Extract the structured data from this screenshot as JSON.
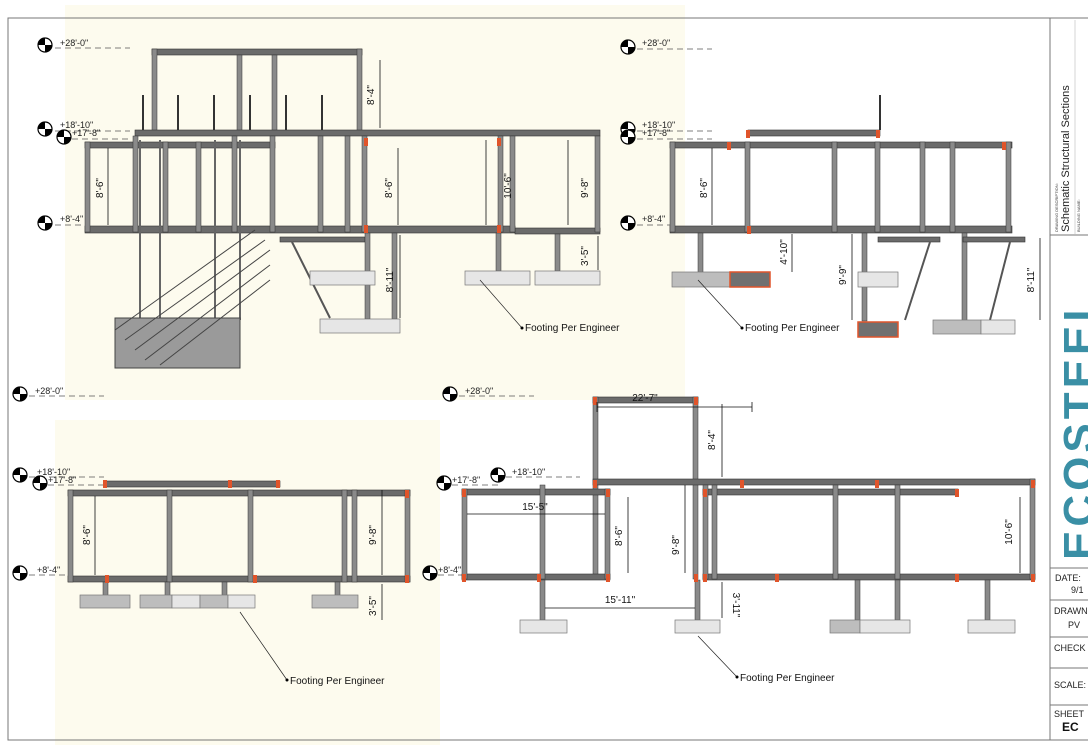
{
  "sections": [
    {
      "levels": [
        "+28'-0\"",
        "+18'-10\"",
        "+17'-8\"",
        "+8'-4\""
      ],
      "dims": [
        "8'-4\"",
        "8'-6\"",
        "8'-6\"",
        "10'-6\"",
        "9'-8\"",
        "8'-11\"",
        "3'-5\""
      ],
      "note": "Footing Per Engineer"
    },
    {
      "levels": [
        "+28'-0\"",
        "+18'-10\"",
        "+17'-8\"",
        "+8'-4\""
      ],
      "dims": [
        "8'-6\"",
        "4'-10\"",
        "9'-9\"",
        "8'-11\""
      ],
      "note": "Footing Per Engineer"
    },
    {
      "levels": [
        "+28'-0\"",
        "+18'-10\"",
        "+17'-8\"",
        "+8'-4\""
      ],
      "dims": [
        "8'-6\"",
        "9'-8\"",
        "3'-5\""
      ],
      "note": "Footing Per Engineer"
    },
    {
      "levels": [
        "+28'-0\"",
        "+18'-10\"",
        "+17'-8\"",
        "+8'-4\""
      ],
      "dims": [
        "22'-7\"",
        "8'-4\"",
        "15'-5\"",
        "8'-6\"",
        "9'-8\"",
        "10'-6\"",
        "15'-11\"",
        "3'-11\""
      ],
      "note": "Footing Per Engineer"
    }
  ],
  "title_block": {
    "description_label": "DRAWING DESCRIPTION:",
    "description": "Schematic Structural Sections",
    "building_label": "BUILDING NAME:",
    "logo": "ECOSTEEL",
    "date_label": "DATE:",
    "date_value": "9/1",
    "drawn_label": "DRAWN",
    "drawn_value": "PV",
    "checked_label": "CHECK",
    "scale_label": "SCALE:",
    "sheet_label": "SHEET",
    "sheet_value": "EC"
  },
  "colors": {
    "paper": "#fdfbee",
    "highlight": "#e0542a",
    "logo": "#3a8fa5"
  }
}
